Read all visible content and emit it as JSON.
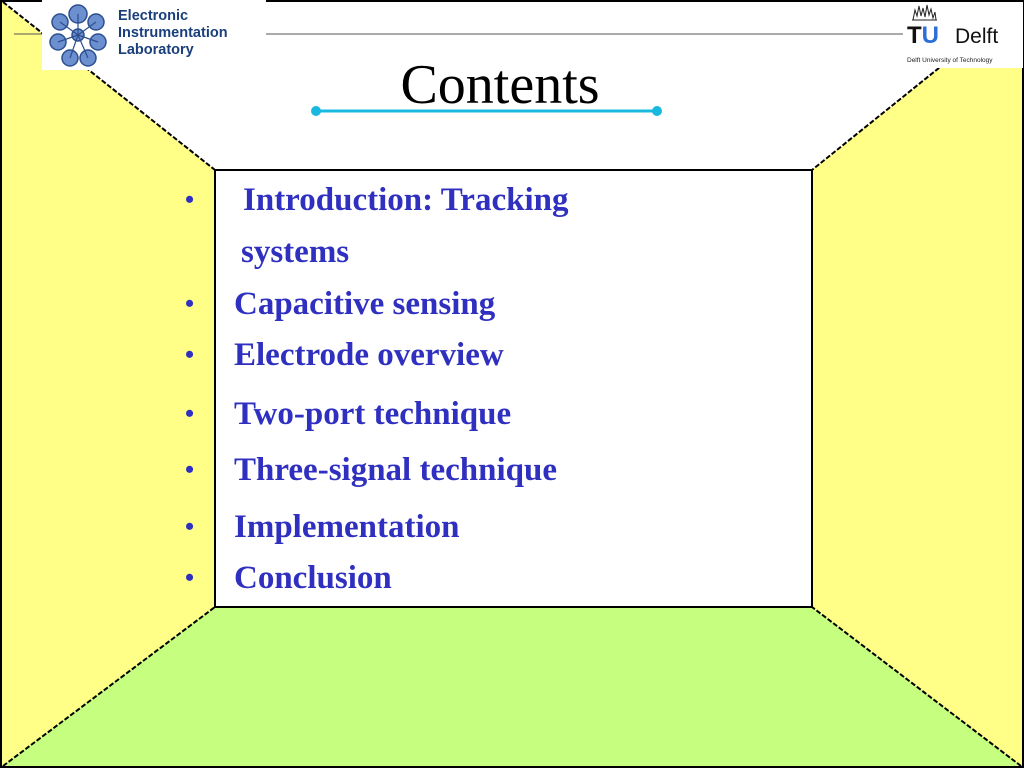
{
  "slide": {
    "title": "Contents",
    "colors": {
      "side_walls": "#ffff88",
      "floor": "#c6ff80",
      "back_wall": "#ffffff",
      "underline": "#19b8e0",
      "bullet_text": "#2f2fc0"
    },
    "bullets": [
      {
        "text": "Introduction: Tracking",
        "continuation": "systems"
      },
      {
        "text": "Capacitive sensing"
      },
      {
        "text": "Electrode overview"
      },
      {
        "text": "Two-port technique"
      },
      {
        "text": "Three-signal technique"
      },
      {
        "text": "Implementation"
      },
      {
        "text": "Conclusion"
      }
    ],
    "bullet_glyph": "•"
  },
  "logos": {
    "lab": {
      "line1": "Electronic",
      "line2": "Instrumentation",
      "line3": "Laboratory",
      "icon": "molecule-cluster-icon"
    },
    "tu": {
      "mark_t": "T",
      "mark_u": "U",
      "name": "Delft",
      "subtitle": "Delft University of Technology",
      "icon": "flame-icon"
    }
  }
}
